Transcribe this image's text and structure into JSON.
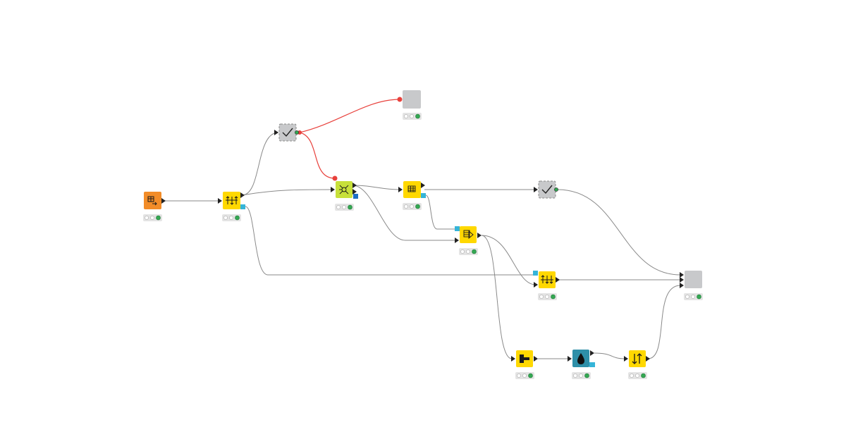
{
  "workflow": {
    "nodes": [
      {
        "id": "table-creator",
        "kind": "source",
        "color": "#f28c28",
        "icon": "table-arrow-icon",
        "status": [
          "off",
          "off",
          "green"
        ]
      },
      {
        "id": "partitioning",
        "kind": "manipulator",
        "color": "#ffd800",
        "icon": "split-arrows-icon",
        "status": [
          "off",
          "off",
          "green"
        ]
      },
      {
        "id": "model-reader-top",
        "kind": "component",
        "color": "#c8c9cb",
        "icon": "check-icon",
        "status": []
      },
      {
        "id": "grey-node-top",
        "kind": "metanode",
        "color": "#c8c9cb",
        "icon": "",
        "status": [
          "off",
          "off",
          "green"
        ]
      },
      {
        "id": "learner",
        "kind": "learner",
        "color": "#c7e03a",
        "icon": "network-icon",
        "status": [
          "off",
          "off",
          "green"
        ]
      },
      {
        "id": "predictor",
        "kind": "predictor",
        "color": "#ffd800",
        "icon": "table-grid-icon",
        "status": [
          "off",
          "off",
          "green"
        ]
      },
      {
        "id": "model-reader-mid",
        "kind": "component",
        "color": "#c8c9cb",
        "icon": "check-icon",
        "status": []
      },
      {
        "id": "scorer",
        "kind": "manipulator",
        "color": "#ffd800",
        "icon": "play-table-icon",
        "status": [
          "off",
          "off",
          "green"
        ]
      },
      {
        "id": "concatenate",
        "kind": "manipulator",
        "color": "#ffd800",
        "icon": "merge-arrows-icon",
        "status": [
          "off",
          "off",
          "green"
        ]
      },
      {
        "id": "grey-node-right",
        "kind": "metanode",
        "color": "#c8c9cb",
        "icon": "",
        "status": [
          "off",
          "off",
          "green"
        ]
      },
      {
        "id": "joiner",
        "kind": "manipulator",
        "color": "#ffd800",
        "icon": "join-icon",
        "status": [
          "off",
          "off",
          "green"
        ]
      },
      {
        "id": "drop-node",
        "kind": "other",
        "color": "#2e8fa8",
        "icon": "drop-icon",
        "status": [
          "off",
          "off",
          "green"
        ]
      },
      {
        "id": "sorter",
        "kind": "manipulator",
        "color": "#ffd800",
        "icon": "sort-arrows-icon",
        "status": [
          "off",
          "off",
          "green"
        ]
      }
    ],
    "colors": {
      "connection": "#8a8a8a",
      "flow_variable": "#e8413c",
      "port": "#222222",
      "model_port": "#1e6fc4",
      "cyan_port": "#35b4d8",
      "status_green": "#34a853"
    }
  }
}
